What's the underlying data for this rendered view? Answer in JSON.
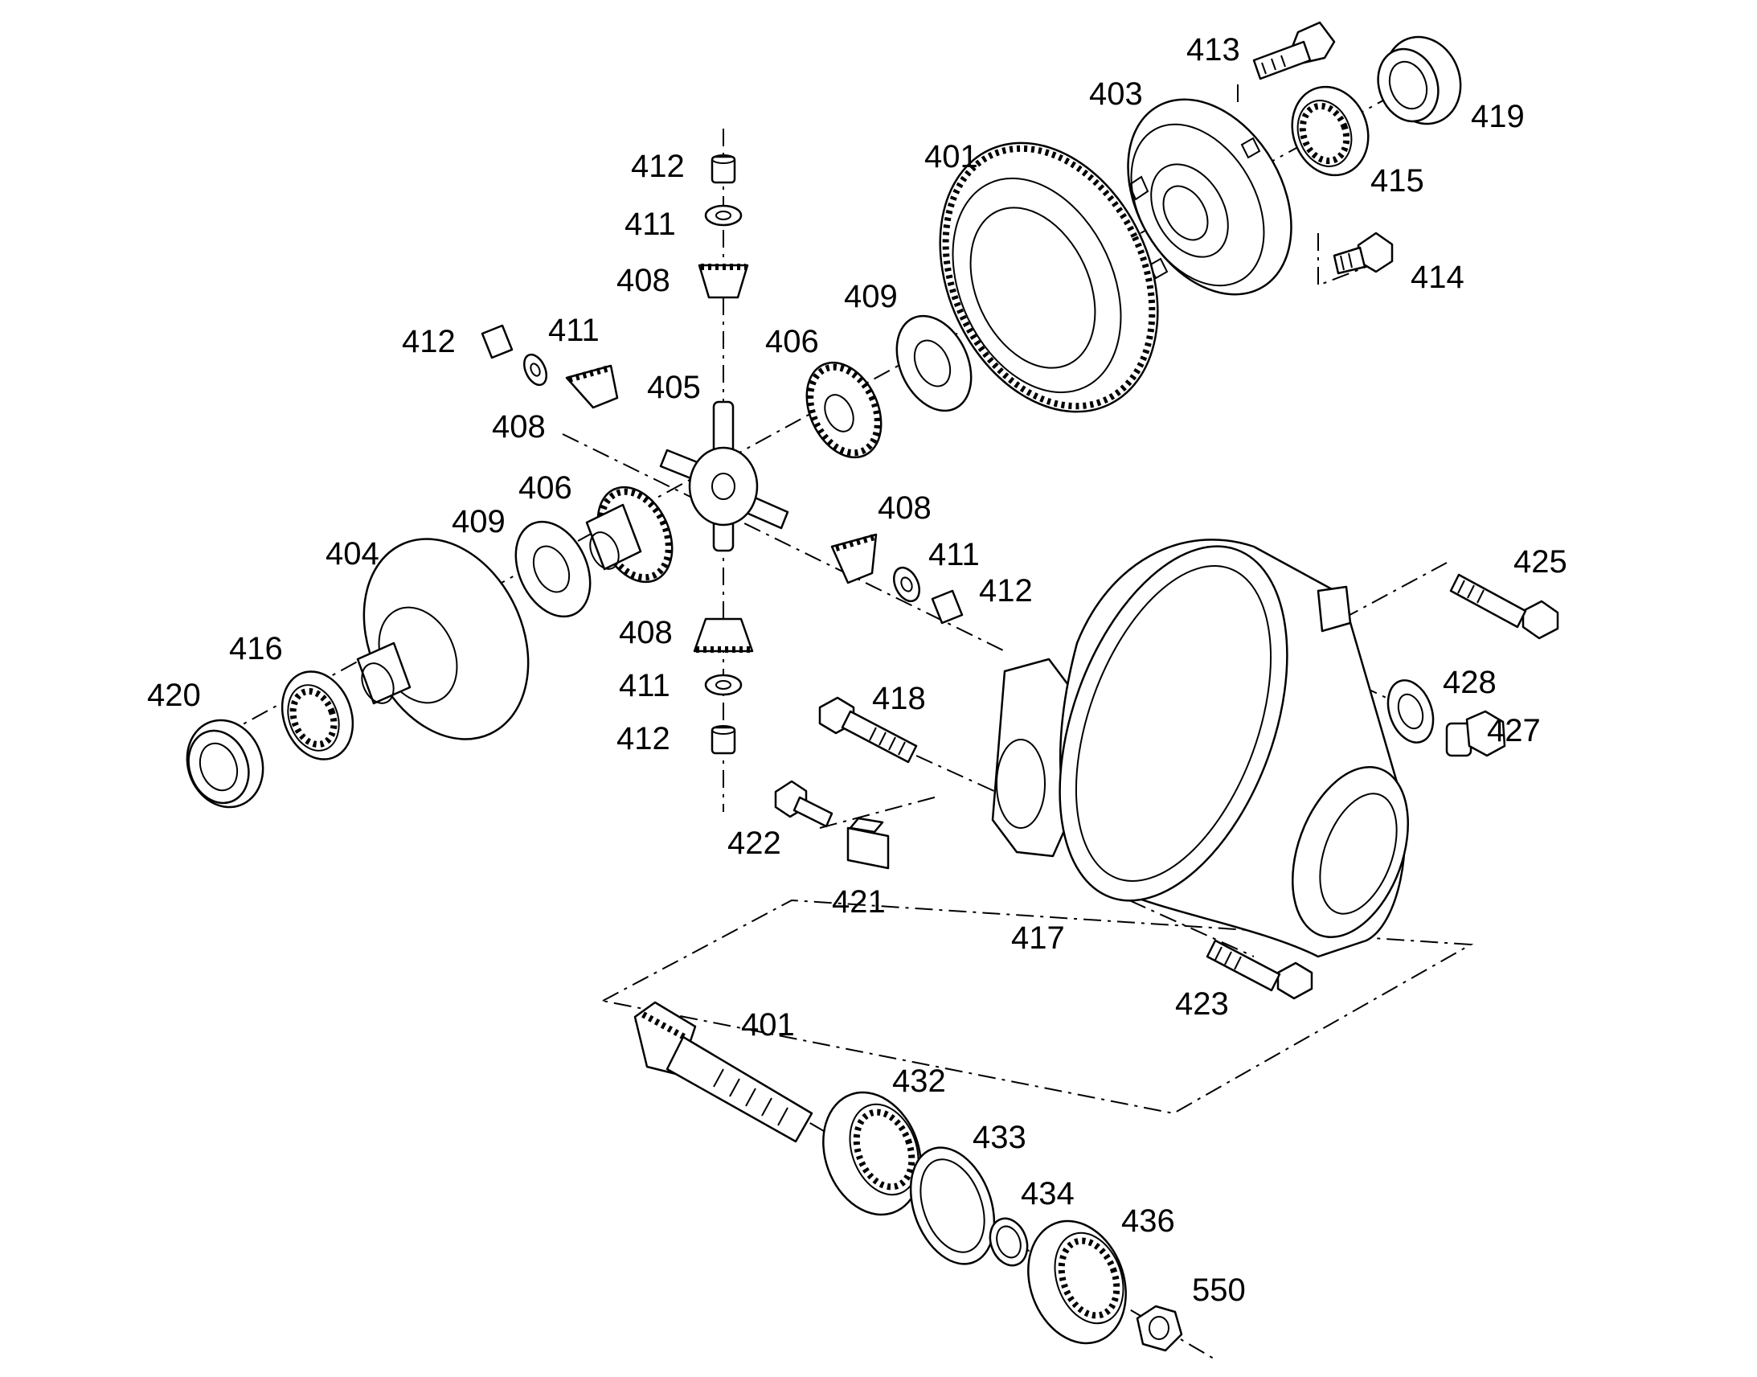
{
  "labels": {
    "l401_ring": "401",
    "l401_pinion": "401",
    "l403": "403",
    "l404": "404",
    "l405": "405",
    "l406_a": "406",
    "l406_b": "406",
    "l408_top": "408",
    "l408_left": "408",
    "l408_right": "408",
    "l408_bottom": "408",
    "l409_a": "409",
    "l409_b": "409",
    "l411_top": "411",
    "l411_left": "411",
    "l411_right": "411",
    "l411_bottom": "411",
    "l412_top": "412",
    "l412_left": "412",
    "l412_right": "412",
    "l412_bottom": "412",
    "l413": "413",
    "l414": "414",
    "l415": "415",
    "l416": "416",
    "l417": "417",
    "l418": "418",
    "l419": "419",
    "l420": "420",
    "l421": "421",
    "l422": "422",
    "l423": "423",
    "l425": "425",
    "l427": "427",
    "l428": "428",
    "l432": "432",
    "l433": "433",
    "l434": "434",
    "l436": "436",
    "l550": "550"
  }
}
